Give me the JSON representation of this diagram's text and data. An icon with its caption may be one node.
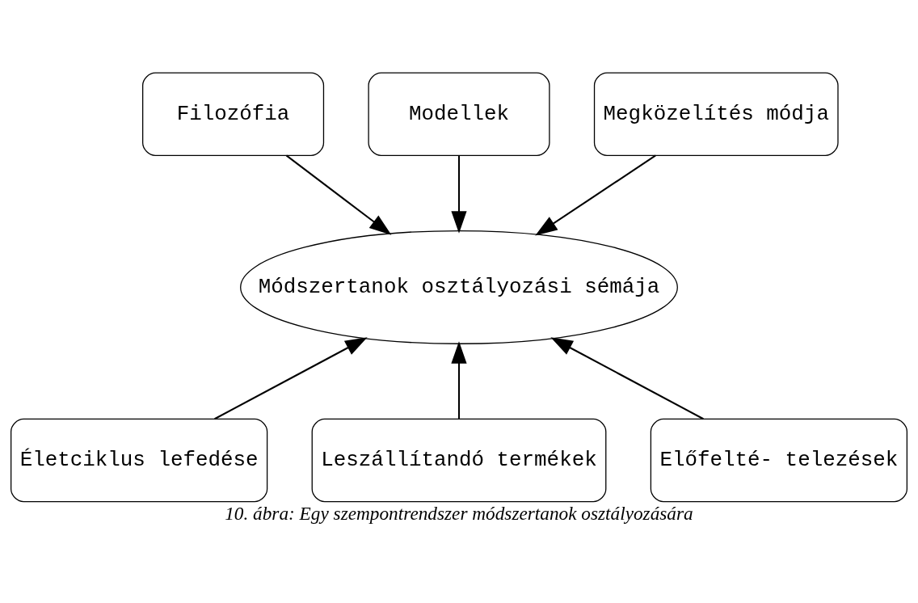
{
  "diagram": {
    "caption": "10. ábra: Egy szempontrendszer módszertanok osztályozására",
    "nodes": [
      {
        "text": [
          "Filozófia"
        ]
      },
      {
        "text": [
          "Modellek"
        ]
      },
      {
        "text": [
          "Megközelítés módja"
        ]
      },
      {
        "text": [
          "Módszertanok osztályozási sémája"
        ]
      },
      {
        "text": [
          "Életciklus lefedése"
        ]
      },
      {
        "text": [
          "Leszállítandó termékek"
        ]
      },
      {
        "text": [
          "Előfelté- telezések"
        ]
      }
    ],
    "edges": [
      {
        "from": 0,
        "to": 3,
        "arrow": "to"
      },
      {
        "from": 1,
        "to": 3,
        "arrow": "to"
      },
      {
        "from": 2,
        "to": 3,
        "arrow": "to"
      },
      {
        "from": 4,
        "to": 3,
        "arrow": "to"
      },
      {
        "from": 5,
        "to": 3,
        "arrow": "to"
      },
      {
        "from": 6,
        "to": 3,
        "arrow": "to"
      }
    ]
  }
}
